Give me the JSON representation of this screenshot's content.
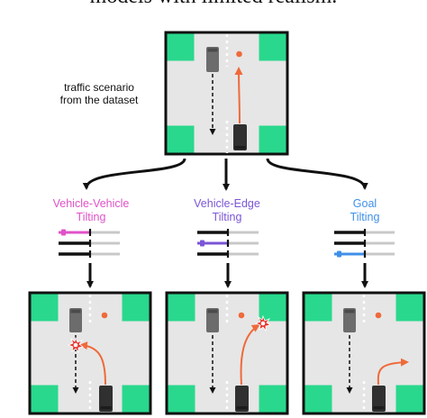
{
  "header": {
    "caption_fragment": "models with limited realism."
  },
  "source_scene": {
    "note_line1": "traffic scenario",
    "note_line2": "from the dataset"
  },
  "tilts": [
    {
      "line1": "Vehicle-Vehicle",
      "line2": "Tilting",
      "color": "#e052c8",
      "active_bar": 1
    },
    {
      "line1": "Vehicle-Edge",
      "line2": "Tilting",
      "color": "#7b56d6",
      "active_bar": 2
    },
    {
      "line1": "Goal",
      "line2": "Tilting",
      "color": "#3f8fe8",
      "active_bar": 3
    }
  ],
  "colors": {
    "grass": "#29d88d",
    "road": "#e6e6e6",
    "ego_car": "#303030",
    "other_car": "#6c6c6c",
    "trajectory": "#ef6a3a",
    "goal_dot": "#ef6a3a",
    "collision": "#e8322a",
    "slider_track": "#c8c8c8"
  }
}
